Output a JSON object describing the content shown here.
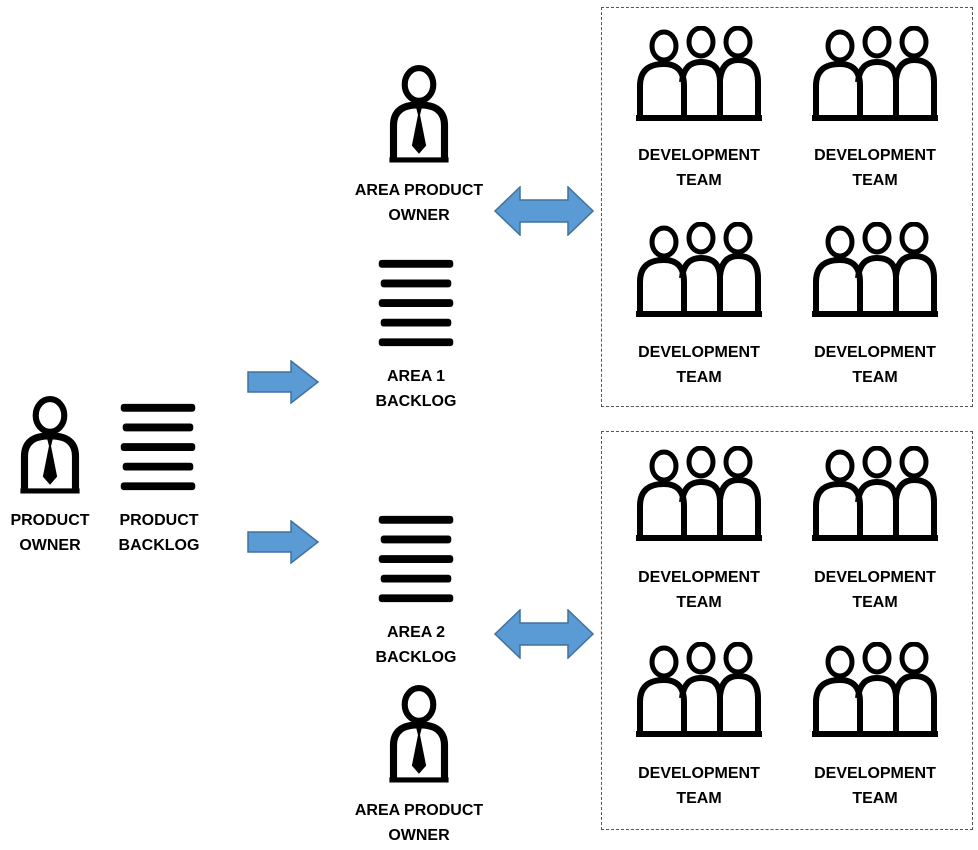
{
  "product_owner": {
    "line1": "PRODUCT",
    "line2": "OWNER",
    "icon": "person-with-tie-icon"
  },
  "product_backlog": {
    "line1": "PRODUCT",
    "line2": "BACKLOG",
    "icon": "backlog-icon"
  },
  "area1": {
    "owner": {
      "line1": "AREA PRODUCT",
      "line2": "OWNER"
    },
    "backlog": {
      "line1": "AREA 1",
      "line2": "BACKLOG"
    },
    "teams": [
      {
        "line1": "DEVELOPMENT",
        "line2": "TEAM"
      },
      {
        "line1": "DEVELOPMENT",
        "line2": "TEAM"
      },
      {
        "line1": "DEVELOPMENT",
        "line2": "TEAM"
      },
      {
        "line1": "DEVELOPMENT",
        "line2": "TEAM"
      }
    ]
  },
  "area2": {
    "owner": {
      "line1": "AREA PRODUCT",
      "line2": "OWNER"
    },
    "backlog": {
      "line1": "AREA 2",
      "line2": "BACKLOG"
    },
    "teams": [
      {
        "line1": "DEVELOPMENT",
        "line2": "TEAM"
      },
      {
        "line1": "DEVELOPMENT",
        "line2": "TEAM"
      },
      {
        "line1": "DEVELOPMENT",
        "line2": "TEAM"
      },
      {
        "line1": "DEVELOPMENT",
        "line2": "TEAM"
      }
    ]
  },
  "colors": {
    "arrow_fill": "#5b9bd5",
    "arrow_stroke": "#41719c",
    "ink": "#000000"
  }
}
